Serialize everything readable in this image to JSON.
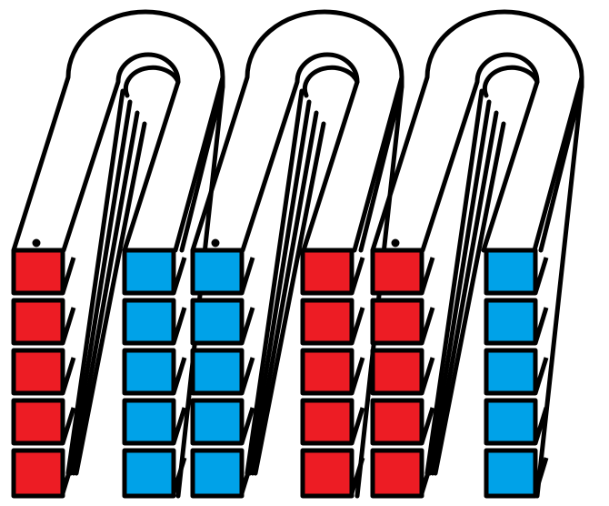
{
  "colors": {
    "red": "#ED1C24",
    "blue": "#00A2E8",
    "outline": "#000000",
    "background": "#FFFFFF"
  },
  "arches": 3,
  "rows_per_column": 5,
  "columns": [
    {
      "color": "red"
    },
    {
      "color": "blue"
    },
    {
      "color": "blue"
    },
    {
      "color": "red"
    },
    {
      "color": "red"
    },
    {
      "color": "blue"
    }
  ]
}
